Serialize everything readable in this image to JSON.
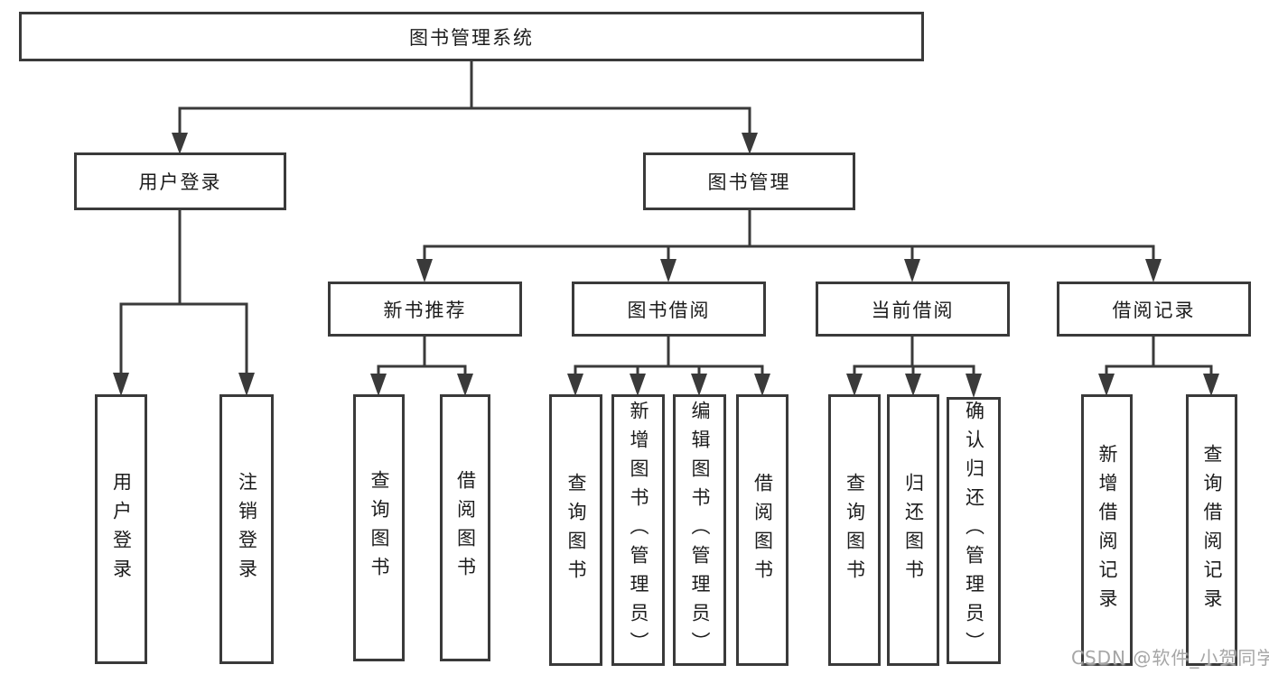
{
  "diagram": {
    "type": "hierarchy-flowchart",
    "title": "图书管理系统",
    "nodes": [
      {
        "id": "root",
        "label": "图书管理系统",
        "orientation": "horizontal",
        "level": 1
      },
      {
        "id": "user-login",
        "label": "用户登录",
        "orientation": "horizontal",
        "level": 2
      },
      {
        "id": "book-mgmt",
        "label": "图书管理",
        "orientation": "horizontal",
        "level": 2
      },
      {
        "id": "new-book-rec",
        "label": "新书推荐",
        "orientation": "horizontal",
        "level": 3
      },
      {
        "id": "book-borrow",
        "label": "图书借阅",
        "orientation": "horizontal",
        "level": 3
      },
      {
        "id": "current-borrow",
        "label": "当前借阅",
        "orientation": "horizontal",
        "level": 3
      },
      {
        "id": "borrow-records",
        "label": "借阅记录",
        "orientation": "horizontal",
        "level": 3
      },
      {
        "id": "user-login-action",
        "label": "用户登录",
        "orientation": "vertical",
        "level": 3
      },
      {
        "id": "logout-action",
        "label": "注销登录",
        "orientation": "vertical",
        "level": 3
      },
      {
        "id": "rec-query-books",
        "label": "查询图书",
        "orientation": "vertical",
        "level": 4
      },
      {
        "id": "rec-borrow-books",
        "label": "借阅图书",
        "orientation": "vertical",
        "level": 4
      },
      {
        "id": "bb-query-books",
        "label": "查询图书",
        "orientation": "vertical",
        "level": 4
      },
      {
        "id": "bb-add-books-admin",
        "label": "新增图书（管理员）",
        "orientation": "vertical",
        "level": 4
      },
      {
        "id": "bb-edit-books-admin",
        "label": "编辑图书（管理员）",
        "orientation": "vertical",
        "level": 4
      },
      {
        "id": "bb-borrow-books",
        "label": "借阅图书",
        "orientation": "vertical",
        "level": 4
      },
      {
        "id": "cb-query-books",
        "label": "查询图书",
        "orientation": "vertical",
        "level": 4
      },
      {
        "id": "cb-return-books",
        "label": "归还图书",
        "orientation": "vertical",
        "level": 4
      },
      {
        "id": "cb-confirm-return-admin",
        "label": "确认归还（管理员）",
        "orientation": "vertical",
        "level": 4
      },
      {
        "id": "br-add-record",
        "label": "新增借阅记录",
        "orientation": "vertical",
        "level": 4
      },
      {
        "id": "br-query-record",
        "label": "查询借阅记录",
        "orientation": "vertical",
        "level": 4
      }
    ],
    "edges": [
      [
        "root",
        "user-login"
      ],
      [
        "root",
        "book-mgmt"
      ],
      [
        "user-login",
        "user-login-action"
      ],
      [
        "user-login",
        "logout-action"
      ],
      [
        "book-mgmt",
        "new-book-rec"
      ],
      [
        "book-mgmt",
        "book-borrow"
      ],
      [
        "book-mgmt",
        "current-borrow"
      ],
      [
        "book-mgmt",
        "borrow-records"
      ],
      [
        "new-book-rec",
        "rec-query-books"
      ],
      [
        "new-book-rec",
        "rec-borrow-books"
      ],
      [
        "book-borrow",
        "bb-query-books"
      ],
      [
        "book-borrow",
        "bb-add-books-admin"
      ],
      [
        "book-borrow",
        "bb-edit-books-admin"
      ],
      [
        "book-borrow",
        "bb-borrow-books"
      ],
      [
        "current-borrow",
        "cb-query-books"
      ],
      [
        "current-borrow",
        "cb-return-books"
      ],
      [
        "current-borrow",
        "cb-confirm-return-admin"
      ],
      [
        "borrow-records",
        "br-add-record"
      ],
      [
        "borrow-records",
        "br-query-record"
      ]
    ]
  },
  "watermark": {
    "text": "CSDN @软件_小贺同学"
  },
  "colors": {
    "line": "#3a3a3a",
    "text": "#1c1c1c",
    "background": "#ffffff",
    "watermark": "#a6a6a6"
  }
}
